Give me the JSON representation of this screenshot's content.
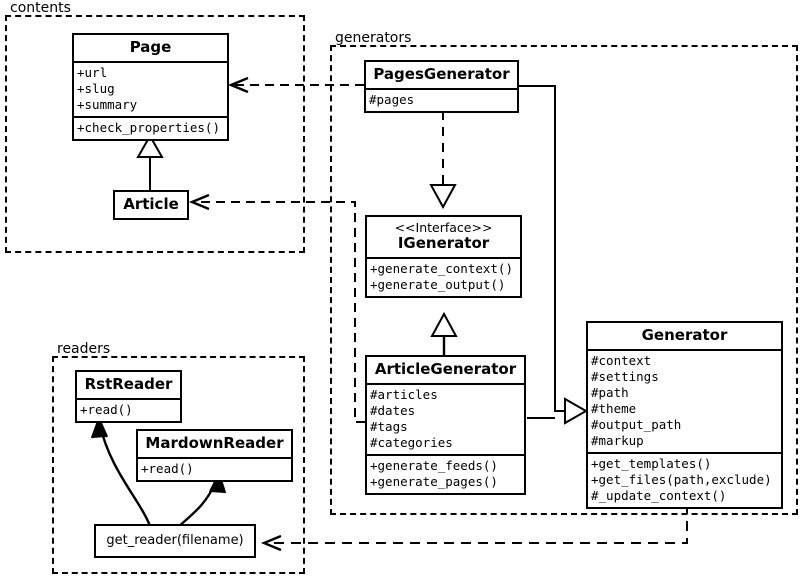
{
  "diagram": {
    "kind": "uml-class-diagram",
    "stroke_color": "#000000",
    "background_color": "#ffffff"
  },
  "packages": [
    {
      "id": "contents",
      "label": "contents"
    },
    {
      "id": "generators",
      "label": "generators"
    },
    {
      "id": "readers",
      "label": "readers"
    }
  ],
  "classes": {
    "page": {
      "name": "Page",
      "attributes": [
        "+url",
        "+slug",
        "+summary"
      ],
      "methods": [
        "+check_properties()"
      ]
    },
    "article": {
      "name": "Article",
      "attributes": [],
      "methods": []
    },
    "pages_generator": {
      "name": "PagesGenerator",
      "attributes": [
        "#pages"
      ],
      "methods": []
    },
    "igenerator": {
      "stereotype": "<<Interface>>",
      "name": "IGenerator",
      "attributes": [],
      "methods": [
        "+generate_context()",
        "+generate_output()"
      ]
    },
    "article_generator": {
      "name": "ArticleGenerator",
      "attributes": [
        "#articles",
        "#dates",
        "#tags",
        "#categories"
      ],
      "methods": [
        "+generate_feeds()",
        "+generate_pages()"
      ]
    },
    "generator": {
      "name": "Generator",
      "attributes": [
        "#context",
        "#settings",
        "#path",
        "#theme",
        "#output_path",
        "#markup"
      ],
      "methods": [
        "+get_templates()",
        "+get_files(path,exclude)",
        "#_update_context()"
      ]
    },
    "get_reader": {
      "name": "get_reader(filename)"
    },
    "rst_reader": {
      "name": "RstReader",
      "methods": [
        "+read()"
      ]
    },
    "mardown_reader": {
      "name": "MardownReader",
      "methods": [
        "+read()"
      ]
    }
  },
  "relationships": [
    {
      "from": "pages_generator",
      "to": "page",
      "type": "dependency",
      "style": "dashed-open-arrow"
    },
    {
      "from": "article_generator",
      "to": "article",
      "type": "dependency",
      "style": "dashed-open-arrow"
    },
    {
      "from": "article",
      "to": "page",
      "type": "inheritance",
      "style": "solid-hollow-triangle"
    },
    {
      "from": "pages_generator",
      "to": "igenerator",
      "type": "realization",
      "style": "dashed-hollow-triangle"
    },
    {
      "from": "article_generator",
      "to": "igenerator",
      "type": "inheritance",
      "style": "solid-hollow-triangle"
    },
    {
      "from": "pages_generator",
      "to": "generator",
      "type": "inheritance",
      "style": "solid-hollow-triangle"
    },
    {
      "from": "article_generator",
      "to": "generator",
      "type": "inheritance",
      "style": "solid-hollow-triangle"
    },
    {
      "from": "generator",
      "to": "get_reader",
      "type": "dependency",
      "style": "dashed-open-arrow"
    },
    {
      "from": "get_reader",
      "to": "rst_reader",
      "type": "association",
      "style": "curved-open-arrow"
    },
    {
      "from": "get_reader",
      "to": "mardown_reader",
      "type": "association",
      "style": "curved-open-arrow"
    }
  ]
}
